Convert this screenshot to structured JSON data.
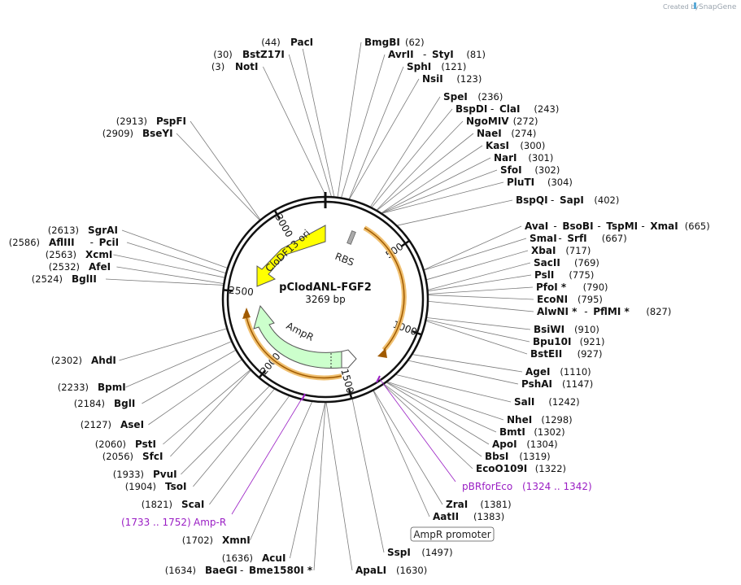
{
  "credit": "Created by",
  "credit_brand": "SnapGene",
  "plasmid": {
    "name": "pClodANL-FGF2",
    "length_label": "3269 bp",
    "length": 3269
  },
  "ticks": [
    "500",
    "1000",
    "1500",
    "2000",
    "2500",
    "3000"
  ],
  "features": {
    "ori": "CloDF13 ori",
    "rbs": "RBS",
    "ampr": "AmpR",
    "promoter": "AmpR promoter"
  },
  "primers": [
    {
      "name": "pBRforEco",
      "range": "(1324 .. 1342)"
    },
    {
      "name": "Amp-R",
      "range": "(1733 .. 1752)"
    }
  ],
  "sites": [
    {
      "name": "PacI",
      "pos": "(44)"
    },
    {
      "name": "BstZ17I",
      "pos": "(30)"
    },
    {
      "name": "NotI",
      "pos": "(3)"
    },
    {
      "name": "BmgBI",
      "pos": "(62)"
    },
    {
      "name": "AvrII",
      "name2": "StyI",
      "pos": "(81)"
    },
    {
      "name": "SphI",
      "pos": "(121)"
    },
    {
      "name": "NsiI",
      "pos": "(123)"
    },
    {
      "name": "SpeI",
      "pos": "(236)"
    },
    {
      "name": "BspDI",
      "name2": "ClaI",
      "pos": "(243)"
    },
    {
      "name": "NgoMIV",
      "pos": "(272)"
    },
    {
      "name": "NaeI",
      "pos": "(274)"
    },
    {
      "name": "KasI",
      "pos": "(300)"
    },
    {
      "name": "NarI",
      "pos": "(301)"
    },
    {
      "name": "SfoI",
      "pos": "(302)"
    },
    {
      "name": "PluTI",
      "pos": "(304)"
    },
    {
      "name": "BspQI",
      "name2": "SapI",
      "pos": "(402)"
    },
    {
      "name": "AvaI",
      "name2": "BsoBI",
      "name3": "TspMI",
      "name4": "XmaI",
      "pos": "(665)"
    },
    {
      "name": "SmaI",
      "name2": "SrfI",
      "pos": "(667)"
    },
    {
      "name": "XbaI",
      "pos": "(717)"
    },
    {
      "name": "SacII",
      "pos": "(769)"
    },
    {
      "name": "PslI",
      "pos": "(775)"
    },
    {
      "name": "PfoI *",
      "pos": "(790)"
    },
    {
      "name": "EcoNI",
      "pos": "(795)"
    },
    {
      "name": "AlwNI *",
      "name2": "PflMI *",
      "pos": "(827)"
    },
    {
      "name": "BsiWI",
      "pos": "(910)"
    },
    {
      "name": "Bpu10I",
      "pos": "(921)"
    },
    {
      "name": "BstEII",
      "pos": "(927)"
    },
    {
      "name": "AgeI",
      "pos": "(1110)"
    },
    {
      "name": "PshAI",
      "pos": "(1147)"
    },
    {
      "name": "SalI",
      "pos": "(1242)"
    },
    {
      "name": "NheI",
      "pos": "(1298)"
    },
    {
      "name": "BmtI",
      "pos": "(1302)"
    },
    {
      "name": "ApoI",
      "pos": "(1304)"
    },
    {
      "name": "BbsI",
      "pos": "(1319)"
    },
    {
      "name": "EcoO109I",
      "pos": "(1322)"
    },
    {
      "name": "ZraI",
      "pos": "(1381)"
    },
    {
      "name": "AatII",
      "pos": "(1383)"
    },
    {
      "name": "SspI",
      "pos": "(1497)"
    },
    {
      "name": "ApaLI",
      "pos": "(1630)"
    },
    {
      "name": "BaeGI",
      "name2": "Bme1580I *",
      "pos": "(1634)"
    },
    {
      "name": "AcuI",
      "pos": "(1636)"
    },
    {
      "name": "XmnI",
      "pos": "(1702)"
    },
    {
      "name": "ScaI",
      "pos": "(1821)"
    },
    {
      "name": "TsoI",
      "pos": "(1904)"
    },
    {
      "name": "PvuI",
      "pos": "(1933)"
    },
    {
      "name": "SfcI",
      "pos": "(2056)"
    },
    {
      "name": "PstI",
      "pos": "(2060)"
    },
    {
      "name": "AseI",
      "pos": "(2127)"
    },
    {
      "name": "BglI",
      "pos": "(2184)"
    },
    {
      "name": "BpmI",
      "pos": "(2233)"
    },
    {
      "name": "AhdI",
      "pos": "(2302)"
    },
    {
      "name": "BglII",
      "pos": "(2524)"
    },
    {
      "name": "AfeI",
      "pos": "(2532)"
    },
    {
      "name": "XcmI",
      "pos": "(2563)"
    },
    {
      "name": "AflIII",
      "name2": "PciI",
      "pos": "(2586)"
    },
    {
      "name": "SgrAI",
      "pos": "(2613)"
    },
    {
      "name": "BseYI",
      "pos": "(2909)"
    },
    {
      "name": "PspFI",
      "pos": "(2913)"
    }
  ]
}
